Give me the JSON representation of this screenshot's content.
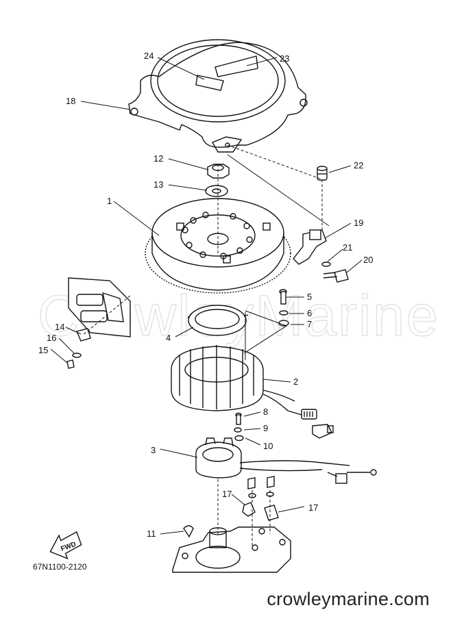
{
  "diagram": {
    "drawing_code": "67N1100-2120",
    "direction_label": "FWD",
    "watermark_text": "CrowleyMarine",
    "site_text": "crowleymarine.com",
    "callouts": {
      "c1": "1",
      "c2": "2",
      "c3": "3",
      "c4": "4",
      "c5": "5",
      "c6": "6",
      "c7": "7",
      "c8": "8",
      "c9": "9",
      "c10": "10",
      "c11": "11",
      "c12": "12",
      "c13": "13",
      "c14": "14",
      "c15": "15",
      "c16": "16",
      "c17a": "17",
      "c17b": "17",
      "c18": "18",
      "c19": "19",
      "c20": "20",
      "c21": "21",
      "c22": "22",
      "c23": "23",
      "c24": "24"
    }
  }
}
